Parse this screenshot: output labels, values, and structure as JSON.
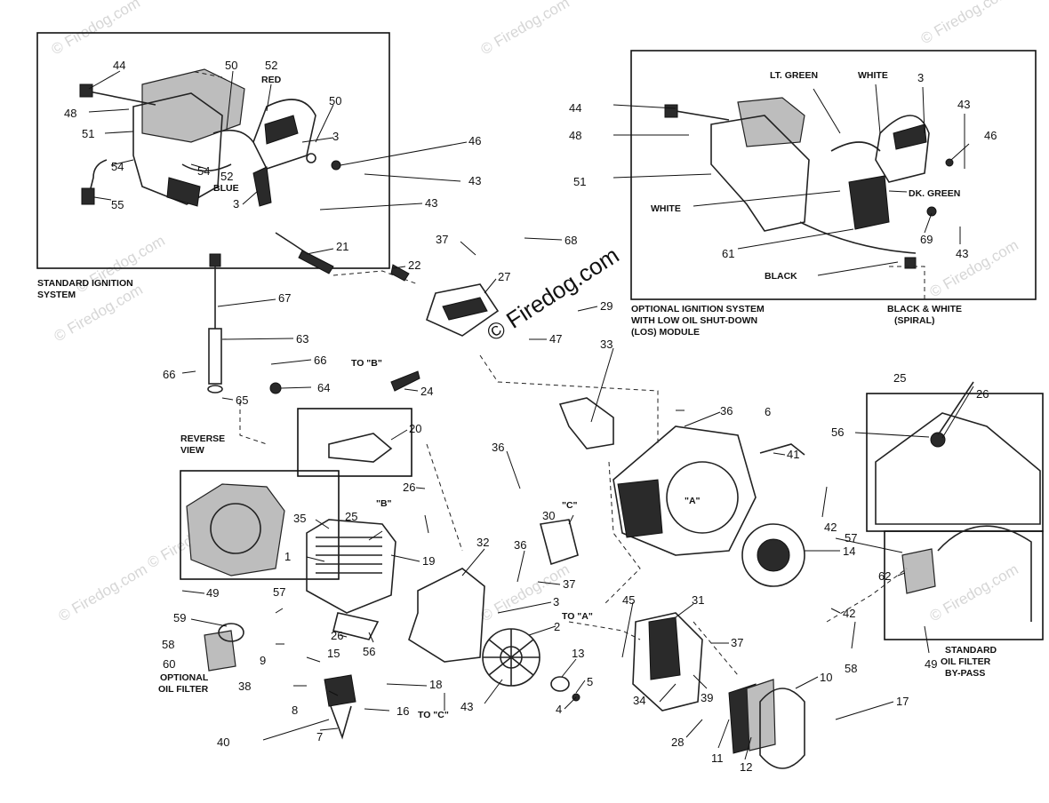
{
  "watermarks": [
    "© Firedog.com",
    "© Firedog.com",
    "© Firedog.com",
    "© Firedog.com",
    "© Firedog.com",
    "© Firedog.com",
    "© Firedog.com",
    "© Firedog.com",
    "© Firedog.com",
    "© Firedog.com"
  ],
  "center_watermark": "© Firedog.com",
  "captions": {
    "standard_ignition": [
      "STANDARD IGNITION",
      "SYSTEM"
    ],
    "optional_ignition": [
      "OPTIONAL IGNITION SYSTEM",
      "WITH LOW OIL SHUT-DOWN",
      "(LOS) MODULE"
    ],
    "black_white": [
      "BLACK & WHITE",
      "(SPIRAL)"
    ],
    "reverse_view": [
      "REVERSE",
      "VIEW"
    ],
    "optional_oil_filter": [
      "OPTIONAL",
      "OIL FILTER"
    ],
    "standard_oil_filter": [
      "STANDARD",
      "OIL FILTER",
      "BY-PASS"
    ]
  },
  "wire_labels": {
    "red": "RED",
    "blue": "BLUE",
    "lt_green": "LT. GREEN",
    "white_top": "WHITE",
    "white_left": "WHITE",
    "dk_green": "DK. GREEN",
    "black": "BLACK"
  },
  "refs": {
    "to_b": "TO \"B\"",
    "to_a": "TO \"A\"",
    "to_c": "TO \"C\"",
    "mark_a": "\"A\"",
    "mark_b": "\"B\"",
    "mark_c": "\"C\""
  },
  "part_numbers": {
    "n1": "1",
    "n2": "2",
    "n3a": "3",
    "n3b": "3",
    "n3c": "3",
    "n3d": "3",
    "n4": "4",
    "n5": "5",
    "n6": "6",
    "n7": "7",
    "n8": "8",
    "n9": "9",
    "n10": "10",
    "n11": "11",
    "n12": "12",
    "n13": "13",
    "n14": "14",
    "n15": "15",
    "n16": "16",
    "n17": "17",
    "n18": "18",
    "n19": "19",
    "n20": "20",
    "n21": "21",
    "n22": "22",
    "n24": "24",
    "n25a": "25",
    "n25b": "25",
    "n26a": "26",
    "n26b": "26",
    "n26c": "26",
    "n27": "27",
    "n28": "28",
    "n29": "29",
    "n30": "30",
    "n31": "31",
    "n32": "32",
    "n33": "33",
    "n34": "34",
    "n35": "35",
    "n36a": "36",
    "n36b": "36",
    "n36c": "36",
    "n37a": "37",
    "n37b": "37",
    "n37c": "37",
    "n38": "38",
    "n39": "39",
    "n40": "40",
    "n41": "41",
    "n42a": "42",
    "n42b": "42",
    "n43a": "43",
    "n43b": "43",
    "n43c": "43",
    "n43d": "43",
    "n43e": "43",
    "n44a": "44",
    "n44b": "44",
    "n45": "45",
    "n46a": "46",
    "n46b": "46",
    "n47": "47",
    "n48a": "48",
    "n48b": "48",
    "n49a": "49",
    "n49b": "49",
    "n50a": "50",
    "n50b": "50",
    "n51a": "51",
    "n51b": "51",
    "n52a": "52",
    "n52b": "52",
    "n54a": "54",
    "n54b": "54",
    "n55": "55",
    "n56a": "56",
    "n56b": "56",
    "n57a": "57",
    "n57b": "57",
    "n58a": "58",
    "n58b": "58",
    "n59": "59",
    "n60": "60",
    "n61": "61",
    "n62": "62",
    "n63": "63",
    "n64": "64",
    "n65": "65",
    "n66a": "66",
    "n66b": "66",
    "n67": "67",
    "n68": "68",
    "n69": "69"
  }
}
